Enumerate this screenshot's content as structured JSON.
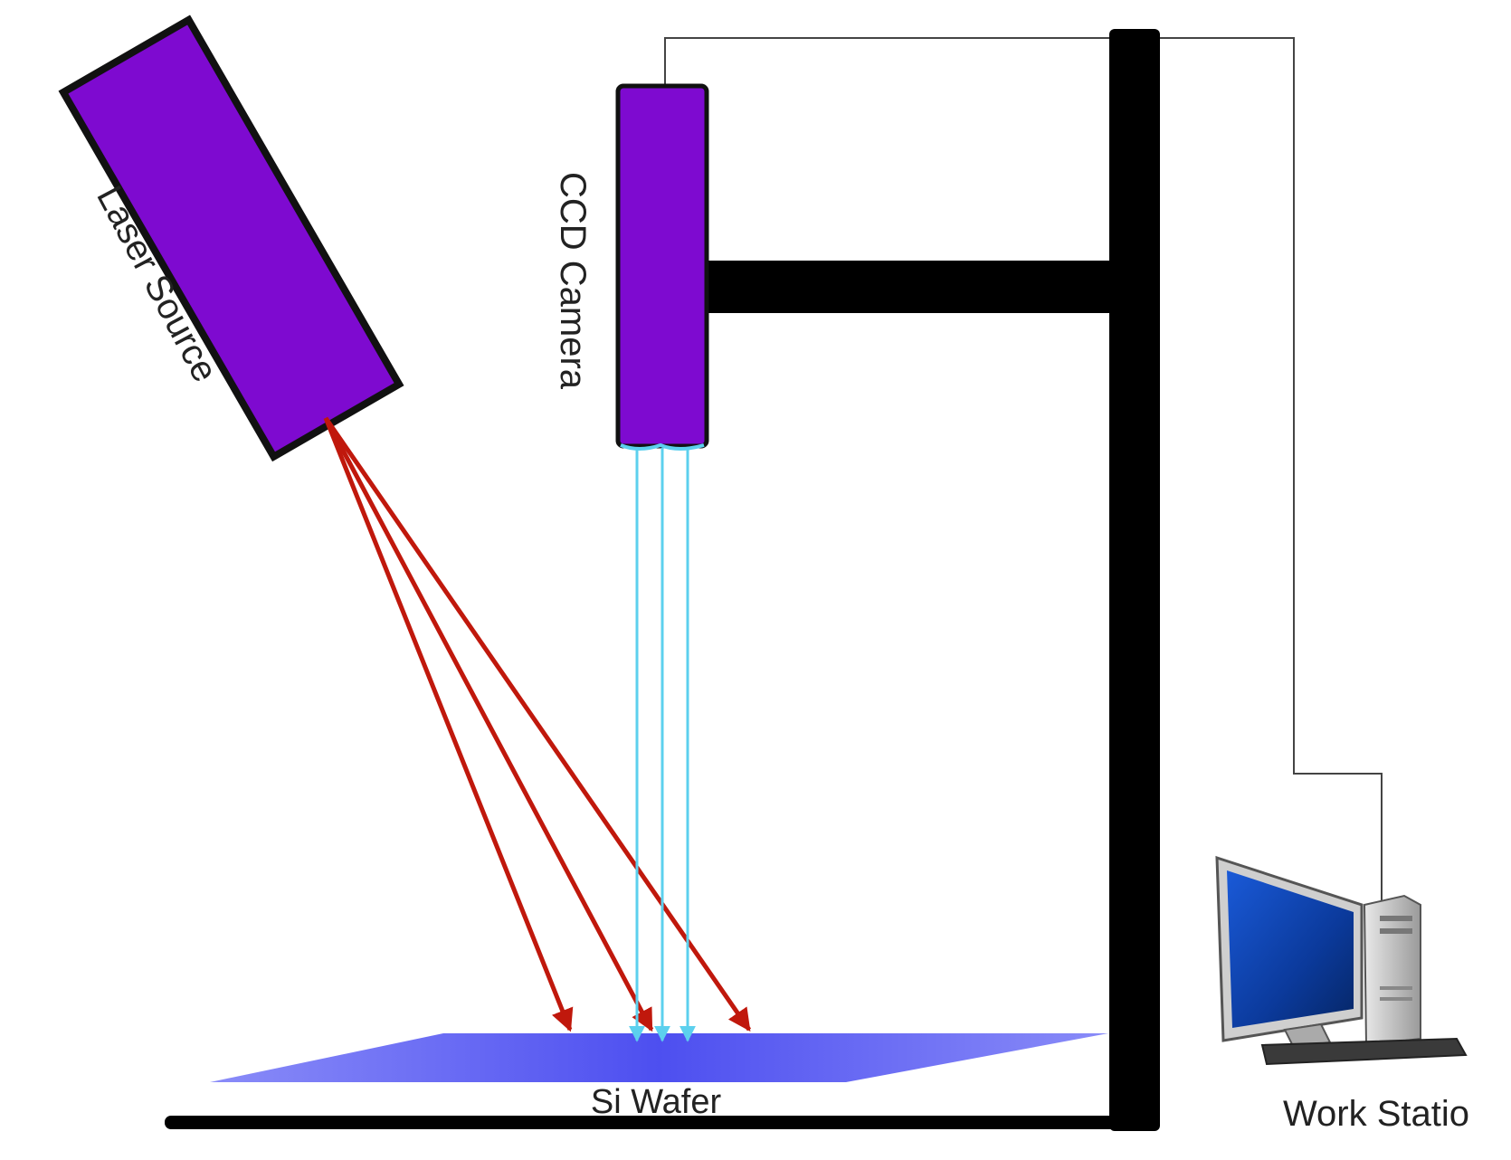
{
  "labels": {
    "laser_source": "Laser Source",
    "ccd_camera": "CCD Camera",
    "si_wafer": "Si Wafer",
    "work_station": "Work Statio"
  },
  "colors": {
    "device_fill": "#7e0ad0",
    "device_stroke": "#111111",
    "laser_beam": "#c0180c",
    "camera_beam": "#5cd0ee",
    "wafer": "#5858f0",
    "frame": "#000000",
    "cable": "#444444"
  },
  "icons": {
    "computer": "desktop-computer-icon"
  }
}
